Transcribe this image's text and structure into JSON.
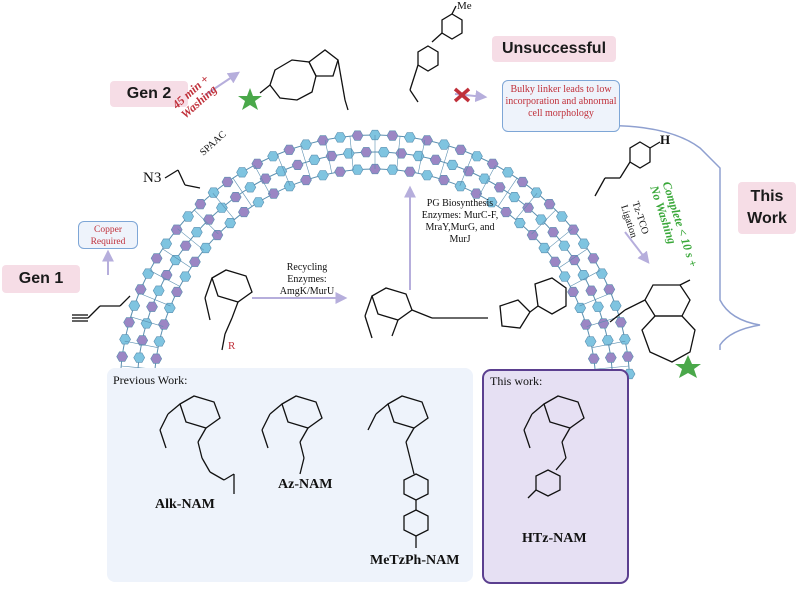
{
  "labels": {
    "gen1": "Gen 1",
    "gen2": "Gen 2",
    "unsuccessful": "Unsuccessful",
    "this_work_big": "This Work",
    "copper_required": "Copper Required",
    "bulky_linker": "Bulky linker leads to low incorporation and abnormal cell morphology",
    "wash_45": "45 min + Washing",
    "spaac": "SPAAC",
    "complete": "Complete < 10 s + No Washing",
    "tz_tco": "Tz-TCO Ligation",
    "n3": "N3",
    "recycling": "Recycling Enzymes: AmgK/MurU",
    "pg_biosynthesis": "PG Biosynthesis Enzymes: MurC-F, MraY,MurG, and MurJ",
    "previous_work": "Previous Work:",
    "this_work_panel": "This work:",
    "alk_nam": "Alk-NAM",
    "az_nam": "Az-NAM",
    "metzph_nam": "MeTzPh-NAM",
    "htz_nam": "HTz-NAM",
    "me": "Me",
    "h": "H",
    "r": "R"
  },
  "colors": {
    "hexagon_blue": "#7fc4e0",
    "hexagon_purple": "#9b86c4",
    "green_star": "#4aa84a",
    "red_text": "#c0303a",
    "green_text": "#3aa83a",
    "pink_label": "#f6dde6",
    "panel_blue": "#eef3fb",
    "panel_purple": "#e6e0f3",
    "arrow": "#b6aedc"
  }
}
